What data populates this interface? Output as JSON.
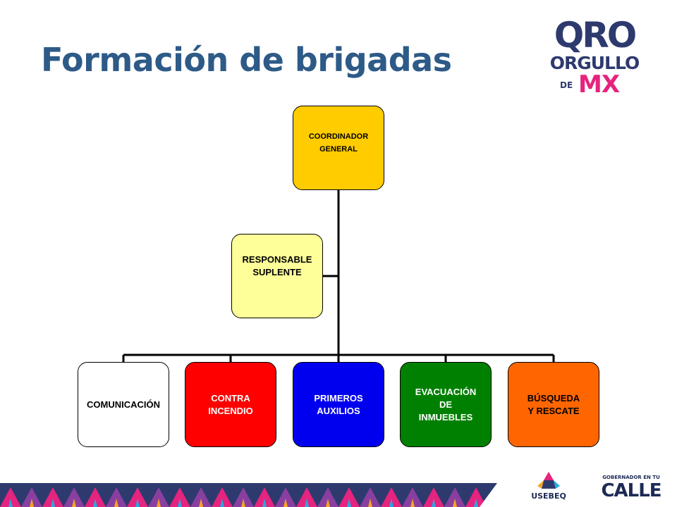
{
  "title": "Formación de brigadas",
  "logo": {
    "line1": "QRO",
    "line2": "ORGULLO",
    "line3a": "DE",
    "line3b": "MX"
  },
  "chart": {
    "coordinator": {
      "label": "COORDINADOR\nGENERAL",
      "color": "#ffcc00"
    },
    "substitute": {
      "label": "RESPONSABLE\nSUPLENTE",
      "color": "#ffff99"
    },
    "brigades": [
      {
        "label": "COMUNICACIÓN",
        "color": "#ffffff",
        "text_color": "#000000"
      },
      {
        "label": "CONTRA\nINCENDIO",
        "color": "#ff0000",
        "text_color": "#ffffff"
      },
      {
        "label": "PRIMEROS\nAUXILIOS",
        "color": "#0000ee",
        "text_color": "#ffffff"
      },
      {
        "label": "EVACUACIÓN\nDE\nINMUEBLES",
        "color": "#008000",
        "text_color": "#ffffff"
      },
      {
        "label": "BÚSQUEDA\nY RESCATE",
        "color": "#ff6600",
        "text_color": "#000000"
      }
    ]
  },
  "footer": {
    "usebeq": "USEBEQ",
    "gobernador_top": "GOBERNADOR EN TU",
    "gobernador_main": "CALLE"
  }
}
